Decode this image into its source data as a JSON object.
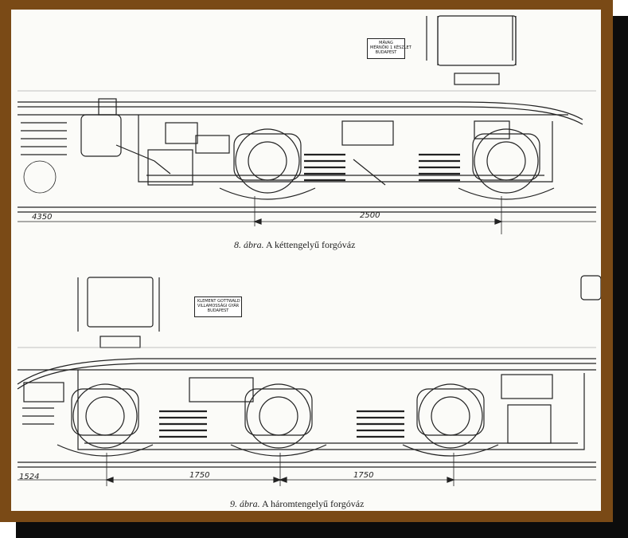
{
  "figures": [
    {
      "caption_number": "8. ábra.",
      "caption_text": " A kéttengelyű forgóváz",
      "dimensions": [
        "4350",
        "2500"
      ],
      "plate_lines": [
        "MÁVAG",
        "MÉRNÖKI 1 KÉSZLET",
        "BUDAPEST"
      ]
    },
    {
      "caption_number": "9. ábra.",
      "caption_text": " A háromtengelyű forgóváz",
      "dimensions": [
        "1524",
        "1750",
        "1750"
      ],
      "plate_lines": [
        "KLEMENT GOTTWALD",
        "VILLAMOSSÁGI GYÁR",
        "BUDAPEST"
      ]
    }
  ],
  "colors": {
    "frame": "#7a4a16",
    "shadow": "#0c0c0c",
    "paper": "#fbfbf8",
    "ink": "#222222"
  }
}
